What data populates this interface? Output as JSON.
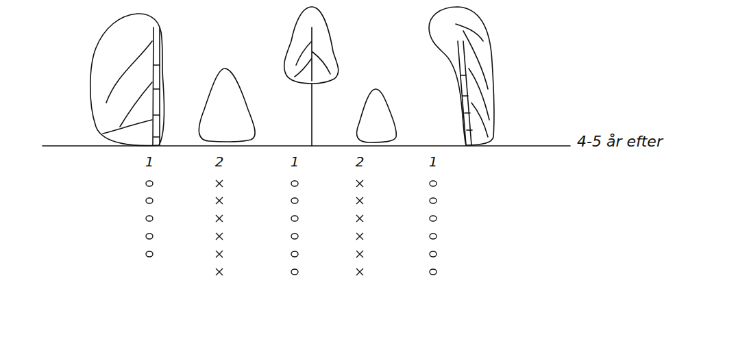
{
  "diagram": {
    "labels": [
      "4-5 år efter",
      "1",
      "2",
      "1",
      "2",
      "1"
    ]
  }
}
